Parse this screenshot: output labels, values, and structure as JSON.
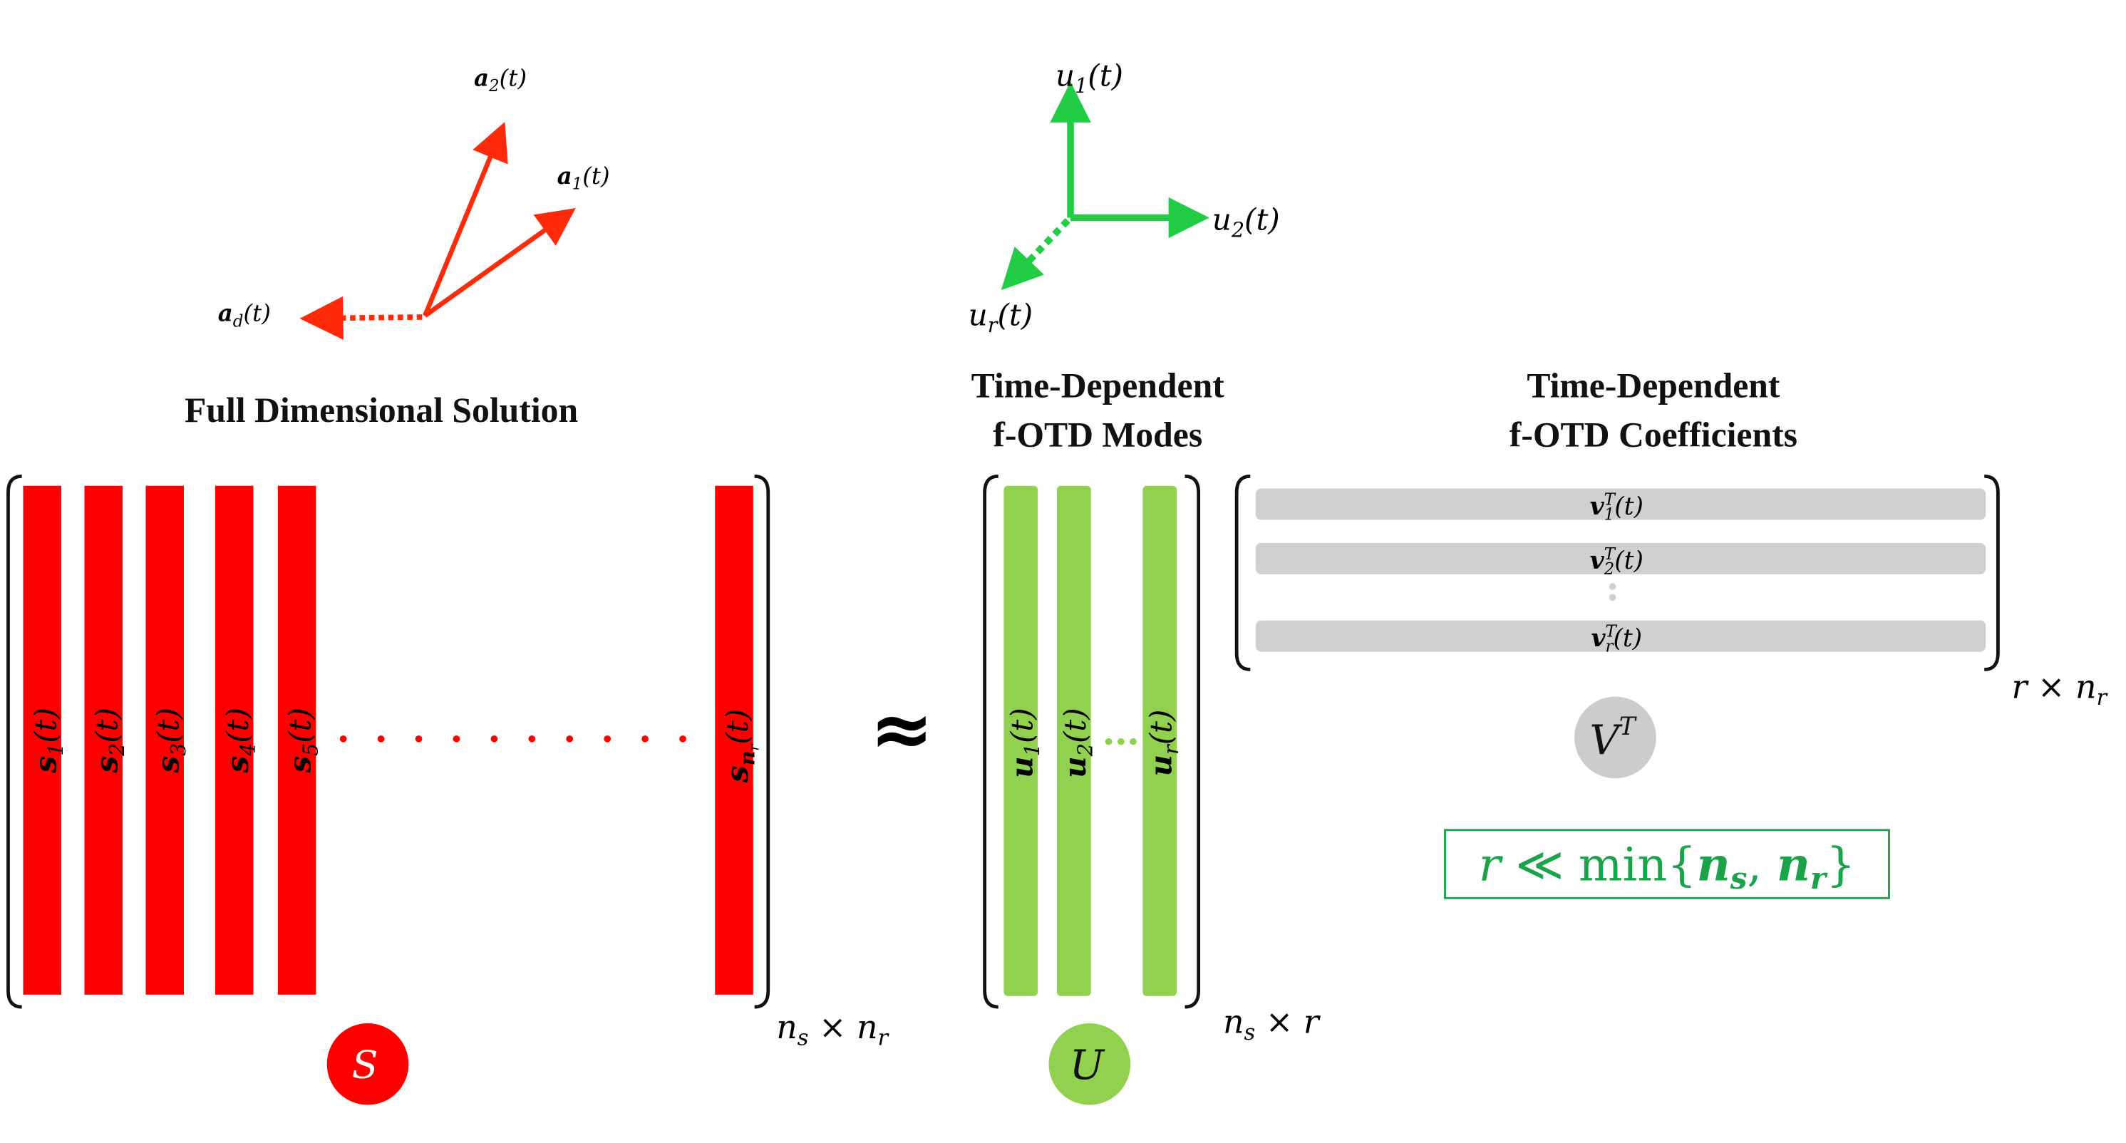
{
  "colors": {
    "red": "#ff0000",
    "arrow_red": "#ff2a0a",
    "green_arrow": "#22cc44",
    "green_bar": "#92d050",
    "green_text": "#1aa34a",
    "gray_bar": "#d0d0d0",
    "gray_circle": "#cccccc"
  },
  "full_solution": {
    "title": "Full Dimensional Solution",
    "vectors": {
      "a2": "a",
      "a2_sub": "2",
      "a1": "a",
      "a1_sub": "1",
      "ad": "a",
      "ad_sub": "d",
      "arg": "(t)"
    },
    "columns": [
      {
        "sym": "s",
        "sub": "1",
        "arg": "(t)"
      },
      {
        "sym": "s",
        "sub": "2",
        "arg": "(t)"
      },
      {
        "sym": "s",
        "sub": "3",
        "arg": "(t)"
      },
      {
        "sym": "s",
        "sub": "4",
        "arg": "(t)"
      },
      {
        "sym": "s",
        "sub": "5",
        "arg": "(t)"
      },
      {
        "sym": "s",
        "sub": "n",
        "subsub": "r",
        "arg": "(t)"
      }
    ],
    "dims": "n",
    "dims_s": "s",
    "dims_times": " × n",
    "dims_r": "r",
    "circle": "S"
  },
  "approx": "≈",
  "modes": {
    "title_line1": "Time-Dependent",
    "title_line2": "f-OTD Modes",
    "axes": {
      "u1": "u",
      "u1_sub": "1",
      "u2": "u",
      "u2_sub": "2",
      "ur": "u",
      "ur_sub": "r",
      "arg": "(t)"
    },
    "columns": [
      {
        "sym": "u",
        "sub": "1",
        "arg": "(t)"
      },
      {
        "sym": "u",
        "sub": "2",
        "arg": "(t)"
      },
      {
        "sym": "u",
        "sub": "r",
        "arg": "(t)"
      }
    ],
    "dims_n": "n",
    "dims_s": "s",
    "dims_rest": " × r",
    "circle": "U"
  },
  "coefficients": {
    "title_line1": "Time-Dependent",
    "title_line2": "f-OTD Coefficients",
    "rows": [
      {
        "sym": "v",
        "sub": "1",
        "sup": "T",
        "arg": "(t)"
      },
      {
        "sym": "v",
        "sub": "2",
        "sup": "T",
        "arg": "(t)"
      },
      {
        "sym": "v",
        "sub": "r",
        "sup": "T",
        "arg": "(t)"
      }
    ],
    "dims_r": "r",
    "dims_rest": " × n",
    "dims_sub": "r",
    "circle": "V",
    "circle_sup": "T"
  },
  "condition": {
    "r": "r",
    "op": " ≪ min{",
    "ns": "n",
    "ns_sub": "s",
    "comma": ", ",
    "nr": "n",
    "nr_sub": "r",
    "close": "}"
  }
}
